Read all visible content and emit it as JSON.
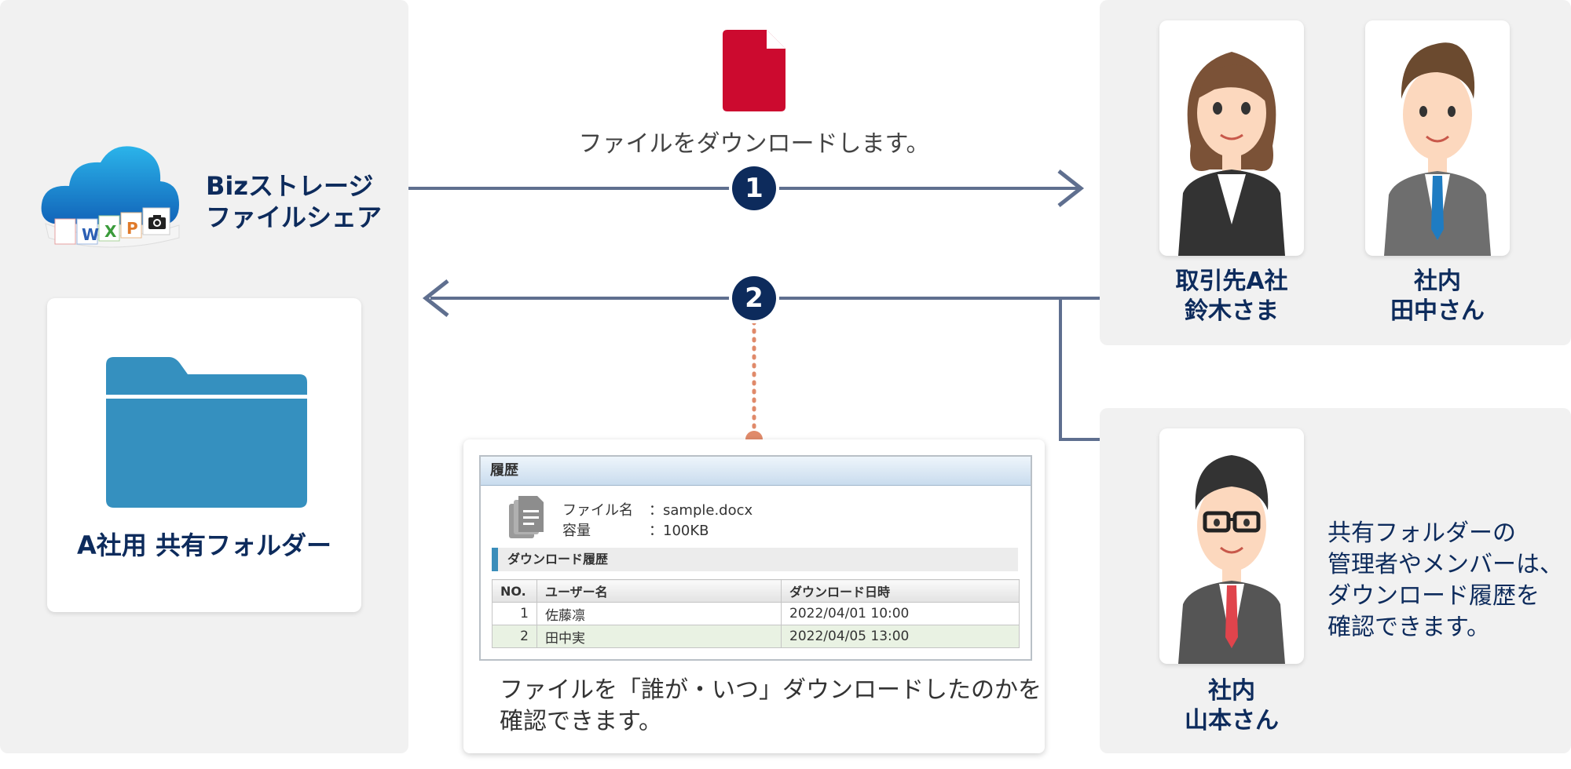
{
  "brand": {
    "name_line1": "Bizストレージ",
    "name_line2": "ファイルシェア",
    "logo_icons": [
      "W",
      "X",
      "P"
    ]
  },
  "folder": {
    "label": "A社用 共有フォルダー"
  },
  "steps": [
    {
      "number": "1",
      "label": "ファイルをダウンロードします。"
    },
    {
      "number": "2"
    }
  ],
  "people": [
    {
      "line1": "取引先A社",
      "line2": "鈴木さま"
    },
    {
      "line1": "社内",
      "line2": "田中さん"
    },
    {
      "line1": "社内",
      "line2": "山本さん"
    }
  ],
  "admin_note": [
    "共有フォルダーの",
    "管理者やメンバーは、",
    "ダウンロード履歴を",
    "確認できます。"
  ],
  "history": {
    "title": "履歴",
    "file_name_label": "ファイル名",
    "file_name_value": "：sample.docx",
    "size_label": "容量",
    "size_value": "：100KB",
    "section_title": "ダウンロード履歴",
    "columns": [
      "NO.",
      "ユーザー名",
      "ダウンロード日時"
    ],
    "rows": [
      {
        "no": "1",
        "user": "佐藤凛",
        "datetime": "2022/04/01 10:00"
      },
      {
        "no": "2",
        "user": "田中実",
        "datetime": "2022/04/05 13:00"
      }
    ],
    "caption_line1": "ファイルを「誰が・いつ」ダウンロードしたのかを",
    "caption_line2": "確認できます。"
  },
  "colors": {
    "navy": "#0d2b5c",
    "arrow": "#5f6f8f",
    "file_red": "#cc0a2f",
    "folder_blue": "#3590bf",
    "dotted": "#e08a6a"
  }
}
